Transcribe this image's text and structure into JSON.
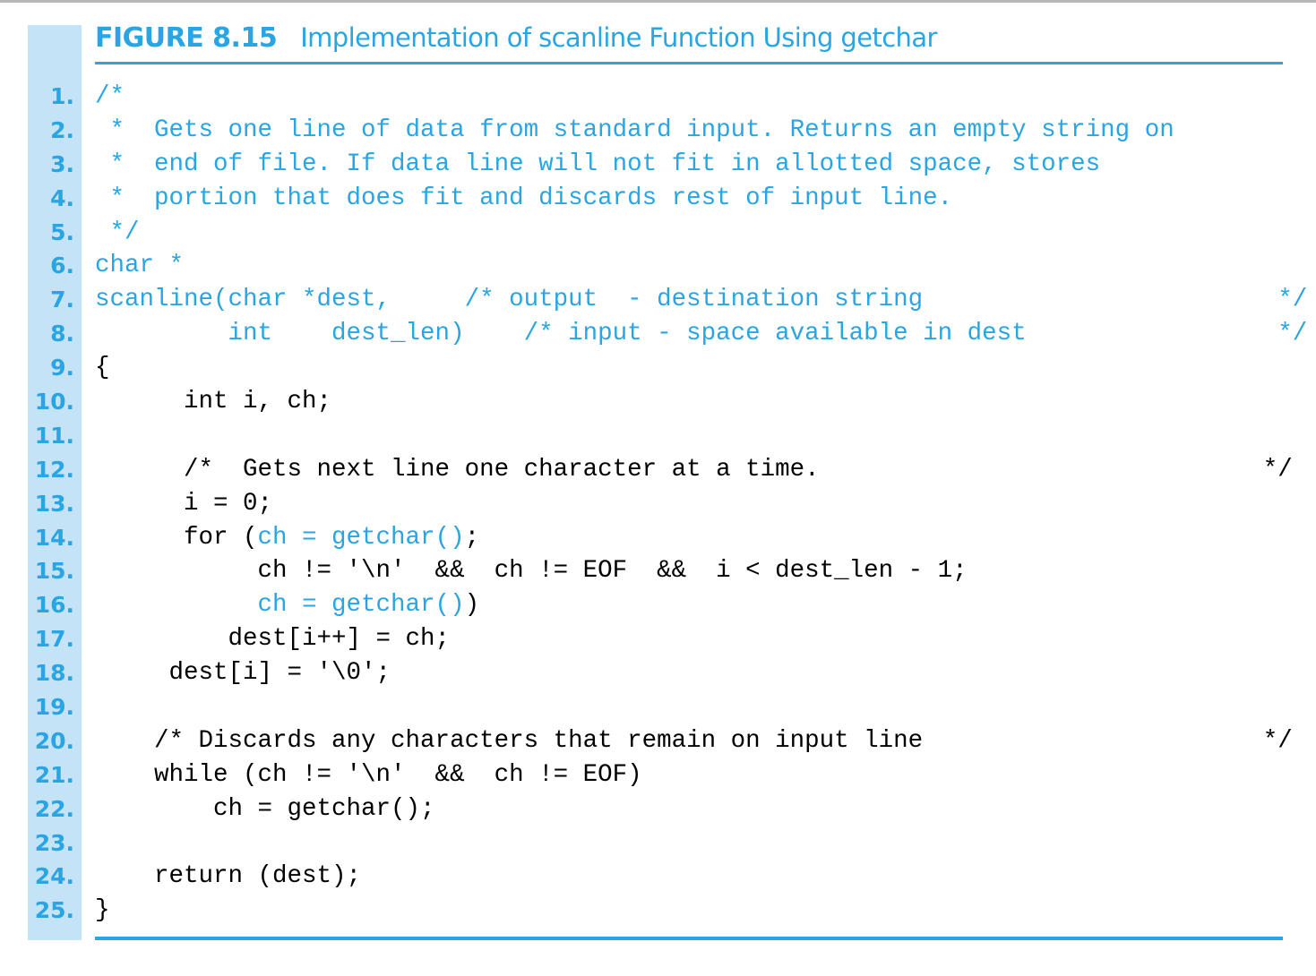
{
  "figure": {
    "label": "FIGURE 8.15",
    "caption": "Implementation of scanline Function Using getchar"
  },
  "colors": {
    "accent": "#2aa5e3",
    "gutter": "#c5e3f6",
    "text": "#000000"
  },
  "code_lines": [
    {
      "num": "1.",
      "segments": [
        {
          "text": "/*",
          "color": "blue"
        }
      ]
    },
    {
      "num": "2.",
      "segments": [
        {
          "text": " *  Gets one line of data from standard input. Returns an empty string on",
          "color": "blue"
        }
      ]
    },
    {
      "num": "3.",
      "segments": [
        {
          "text": " *  end of file. If data line will not fit in allotted space, stores",
          "color": "blue"
        }
      ]
    },
    {
      "num": "4.",
      "segments": [
        {
          "text": " *  portion that does fit and discards rest of input line.",
          "color": "blue"
        }
      ]
    },
    {
      "num": "5.",
      "segments": [
        {
          "text": " */",
          "color": "blue"
        }
      ]
    },
    {
      "num": "6.",
      "segments": [
        {
          "text": "char *",
          "color": "blue"
        }
      ]
    },
    {
      "num": "7.",
      "segments": [
        {
          "text": "scanline(char *dest,     /* output  - destination string                        */",
          "color": "blue"
        }
      ]
    },
    {
      "num": "8.",
      "segments": [
        {
          "text": "         int    dest_len)    /* input - space available in dest                 */",
          "color": "blue"
        }
      ]
    },
    {
      "num": "9.",
      "segments": [
        {
          "text": "{",
          "color": "black"
        }
      ]
    },
    {
      "num": "10.",
      "segments": [
        {
          "text": "      int i, ch;",
          "color": "black"
        }
      ]
    },
    {
      "num": "11.",
      "segments": [
        {
          "text": "",
          "color": "black"
        }
      ]
    },
    {
      "num": "12.",
      "segments": [
        {
          "text": "      /*  Gets next line one character at a time.                              */",
          "color": "black"
        }
      ]
    },
    {
      "num": "13.",
      "segments": [
        {
          "text": "      i = 0;",
          "color": "black"
        }
      ]
    },
    {
      "num": "14.",
      "segments": [
        {
          "text": "      for (",
          "color": "black"
        },
        {
          "text": "ch = getchar()",
          "color": "blue"
        },
        {
          "text": ";",
          "color": "black"
        }
      ]
    },
    {
      "num": "15.",
      "segments": [
        {
          "text": "           ch != '\\n'  &&  ch != EOF  &&  i < dest_len - 1;",
          "color": "black"
        }
      ]
    },
    {
      "num": "16.",
      "segments": [
        {
          "text": "           ch = getchar()",
          "color": "blue"
        },
        {
          "text": ")",
          "color": "black"
        }
      ]
    },
    {
      "num": "17.",
      "segments": [
        {
          "text": "         dest[i++] = ch;",
          "color": "black"
        }
      ]
    },
    {
      "num": "18.",
      "segments": [
        {
          "text": "     dest[i] = '\\0';",
          "color": "black"
        }
      ]
    },
    {
      "num": "19.",
      "segments": [
        {
          "text": "",
          "color": "black"
        }
      ]
    },
    {
      "num": "20.",
      "segments": [
        {
          "text": "    /* Discards any characters that remain on input line                       */",
          "color": "black"
        }
      ]
    },
    {
      "num": "21.",
      "segments": [
        {
          "text": "    while (ch != '\\n'  &&  ch != EOF)",
          "color": "black"
        }
      ]
    },
    {
      "num": "22.",
      "segments": [
        {
          "text": "        ch = getchar();",
          "color": "black"
        }
      ]
    },
    {
      "num": "23.",
      "segments": [
        {
          "text": "",
          "color": "black"
        }
      ]
    },
    {
      "num": "24.",
      "segments": [
        {
          "text": "    return (dest);",
          "color": "black"
        }
      ]
    },
    {
      "num": "25.",
      "segments": [
        {
          "text": "}",
          "color": "black"
        }
      ]
    }
  ]
}
